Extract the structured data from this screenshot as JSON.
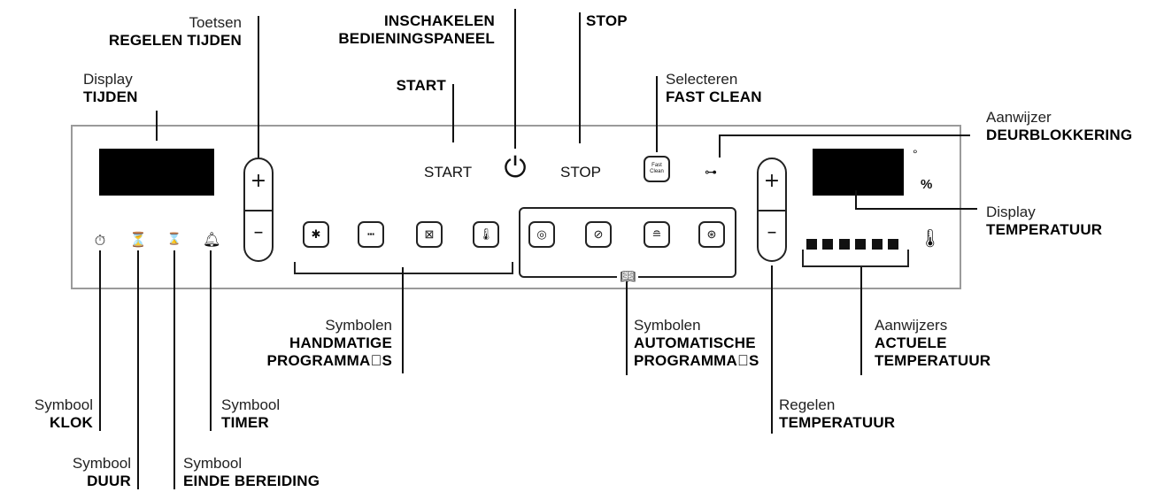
{
  "labels": {
    "toetsen_normal": "Toetsen",
    "toetsen_bold": "REGELEN TIJDEN",
    "display_tijden_normal": "Display",
    "display_tijden_bold": "TIJDEN",
    "inschakelen_line1": "INSCHAKELEN",
    "inschakelen_line2": "BEDIENINGSPANEEL",
    "start_bold": "START",
    "stop_bold": "STOP",
    "fastclean_normal": "Selecteren",
    "fastclean_bold": "FAST CLEAN",
    "deur_normal": "Aanwijzer",
    "deur_bold": "DEURBLOKKERING",
    "display_temp_normal": "Display",
    "display_temp_bold": "TEMPERATUUR",
    "handmatige_normal": "Symbolen",
    "handmatige_bold1": "HANDMATIGE",
    "handmatige_bold2": "PROGRAMMA\u0000S",
    "automatische_normal": "Symbolen",
    "automatische_bold1": "AUTOMATISCHE",
    "automatische_bold2": "PROGRAMMA\u0000S",
    "actuele_normal": "Aanwijzers",
    "actuele_bold1": "ACTUELE",
    "actuele_bold2": "TEMPERATUUR",
    "klok_normal": "Symbool",
    "klok_bold": "KLOK",
    "duur_normal": "Symbool",
    "duur_bold": "DUUR",
    "einde_normal": "Symbool",
    "einde_bold": "EINDE BEREIDING",
    "timer_normal": "Symbool",
    "timer_bold": "TIMER",
    "regelen_temp_normal": "Regelen",
    "regelen_temp_bold": "TEMPERATUUR"
  },
  "panel": {
    "start_text": "START",
    "stop_text": "STOP",
    "power_icon": "power-icon",
    "fast_clean_text": "Fast Clean",
    "key_icon": "key-icon",
    "degree_symbol": "°",
    "percent_symbol": "%",
    "plus": "+",
    "minus": "–",
    "clock_icon": "clock-icon",
    "duration_icon": "hourglass-icon",
    "end_icon": "end-cooking-icon",
    "timer_icon": "bell-icon",
    "thermometer_icon": "thermometer-icon",
    "book_icon": "book-icon"
  },
  "colors": {
    "panel_border": "#9a9a9a",
    "display": "#000000",
    "line": "#111111"
  }
}
